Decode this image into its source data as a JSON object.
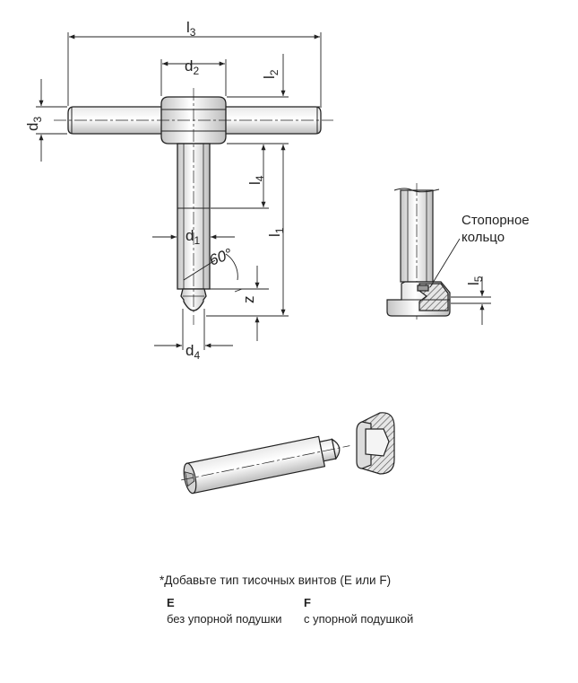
{
  "drawing": {
    "labels": {
      "l3": {
        "main": "l",
        "sub": "3"
      },
      "d2": {
        "main": "d",
        "sub": "2"
      },
      "l2": {
        "main": "l",
        "sub": "2"
      },
      "d3": {
        "main": "d",
        "sub": "3"
      },
      "l4": {
        "main": "l",
        "sub": "4"
      },
      "l1": {
        "main": "l",
        "sub": "1"
      },
      "d1": {
        "main": "d",
        "sub": "1"
      },
      "d4": {
        "main": "d",
        "sub": "4"
      },
      "angle": "60°",
      "z": "z",
      "l5": {
        "main": "l",
        "sub": "5"
      }
    },
    "ring_label_line1": "Стопорное",
    "ring_label_line2": "кольцо"
  },
  "legend": {
    "note": "*Добавьте тип тисочных винтов (E или F)",
    "options": [
      {
        "code": "E",
        "description": "без упорной подушки"
      },
      {
        "code": "F",
        "description": "с упорной подушкой"
      }
    ]
  },
  "colors": {
    "line": "#222222",
    "metal_light": "#f2f2f2",
    "metal_mid": "#d9d9d9",
    "metal_dark": "#bdbdbd",
    "hatch": "#555555"
  }
}
